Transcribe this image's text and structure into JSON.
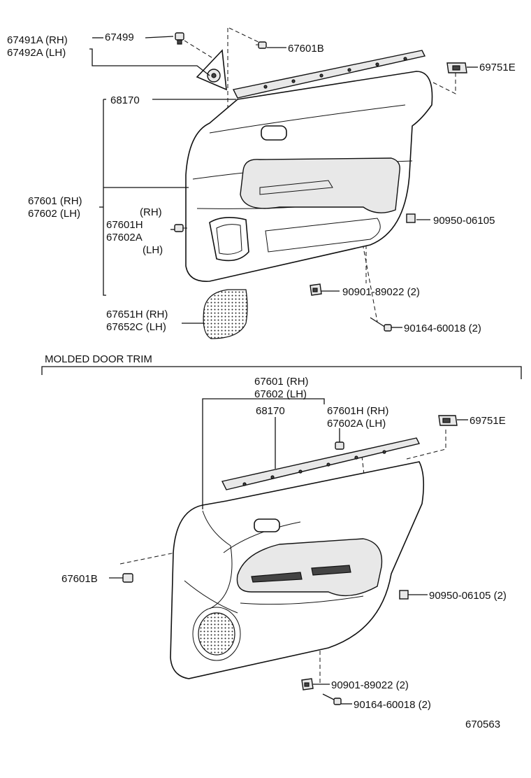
{
  "top": {
    "callouts": {
      "p67491A": "67491A (RH)",
      "p67492A": "67492A (LH)",
      "p67499": "67499",
      "p67601B": "67601B",
      "p69751E": "69751E",
      "p68170": "68170",
      "p67601rh": "67601 (RH)",
      "p67602lh": "67602 (LH)",
      "pRH": "(RH)",
      "p67601H": "67601H",
      "p67602A": "67602A",
      "pLH": "(LH)",
      "p90950": "90950-06105",
      "p90901": "90901-89022 (2)",
      "p90164": "90164-60018 (2)",
      "p67651H": "67651H (RH)",
      "p67652C": "67652C (LH)"
    }
  },
  "section_title": "MOLDED DOOR TRIM",
  "bottom": {
    "callouts": {
      "p67601rh": "67601 (RH)",
      "p67602lh": "67602 (LH)",
      "p68170": "68170",
      "p67601Hrh": "67601H (RH)",
      "p67602Alh": "67602A (LH)",
      "p69751E": "69751E",
      "p67601B": "67601B",
      "p90950": "90950-06105 (2)",
      "p90901": "90901-89022 (2)",
      "p90164": "90164-60018 (2)"
    }
  },
  "figure_number": "670563"
}
